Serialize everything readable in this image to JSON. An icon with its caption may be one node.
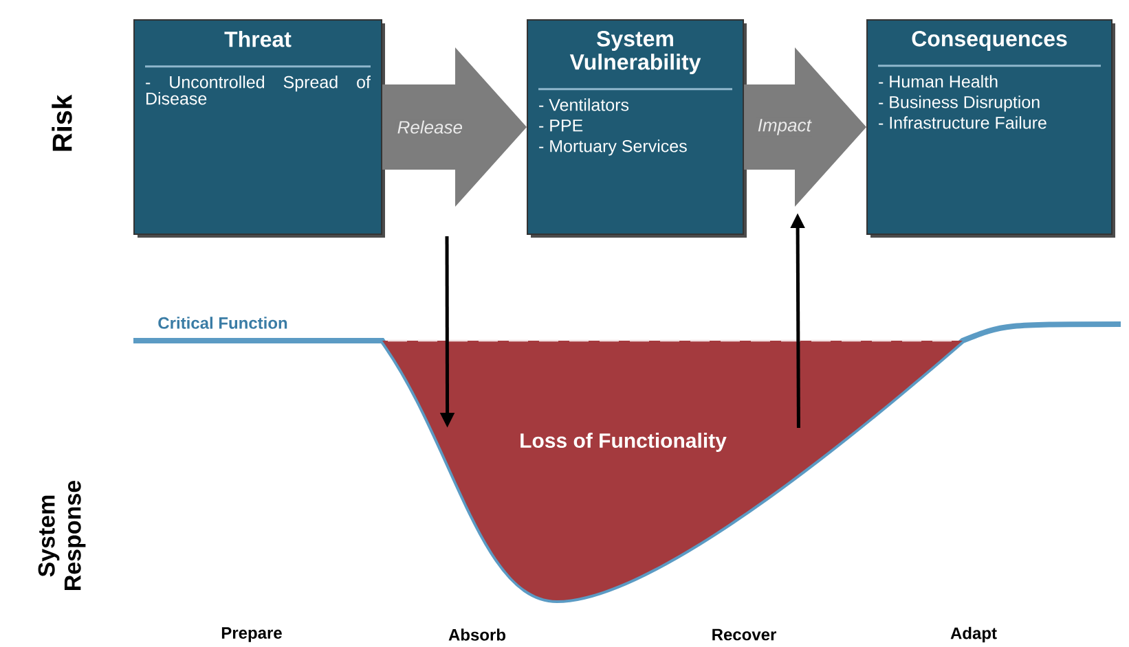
{
  "diagram": {
    "nodes": [
      {
        "text": [
          "Threat",
          "- Uncontrolled Spread of Disease"
        ]
      },
      {
        "text": [
          "System Vulnerability",
          "- Ventilators",
          "- PPE",
          "- Mortuary Services"
        ]
      },
      {
        "text": [
          "Consequences",
          "- Human Health",
          "- Business Disruption",
          "- Infrastructure Failure"
        ]
      },
      {
        "text": [
          "Loss of Functionality"
        ]
      }
    ],
    "edges": [
      {
        "from": 0,
        "to": 1,
        "arrow": "to",
        "label": "Release",
        "style": "thick",
        "color": "#7d7d7d"
      },
      {
        "from": 1,
        "to": 2,
        "arrow": "to",
        "label": "Impact",
        "style": "thick",
        "color": "#7d7d7d"
      },
      {
        "from": null,
        "to": 3,
        "arrow": "to",
        "color": "#000000"
      },
      {
        "from": 3,
        "to": null,
        "arrow": "to",
        "color": "#000000"
      }
    ],
    "labels": [
      "Risk",
      "Critical Function",
      "System Response",
      "Prepare",
      "Absorb",
      "Recover",
      "Adapt"
    ]
  }
}
